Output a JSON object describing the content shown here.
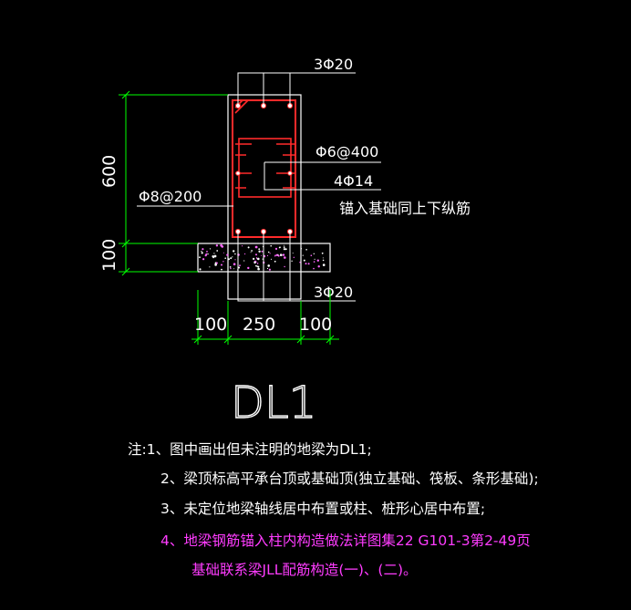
{
  "title": "DL1",
  "labels": {
    "top_bars": "3Φ20",
    "stirrup_inner": "Φ6@400",
    "side_bars": "4Φ14",
    "anchor_note": "锚入基础同上下纵筋",
    "stirrup_outer": "Φ8@200",
    "bottom_bars": "3Φ20"
  },
  "dimensions": {
    "height_beam": "600",
    "height_cushion": "100",
    "width_left": "100",
    "width_mid": "250",
    "width_right": "100"
  },
  "notes": {
    "line1": "注:1、图中画出但未注明的地梁为DL1;",
    "line2": "2、梁顶标高平承台顶或基础顶(独立基础、筏板、条形基础);",
    "line3": "3、未定位地梁轴线居中布置或柱、桩形心居中布置;",
    "line4": "4、地梁钢筋锚入柱内构造做法详图集22 G101-3第2-49页",
    "line5": "基础联系梁JLL配筋构造(一)、(二)。"
  },
  "colors": {
    "background": "#000000",
    "dimension": "#00ff00",
    "outline": "#ffffff",
    "stirrup": "#ff2a2a",
    "highlight_note": "#ff3cff",
    "concrete_dots": "#ff66ff"
  }
}
